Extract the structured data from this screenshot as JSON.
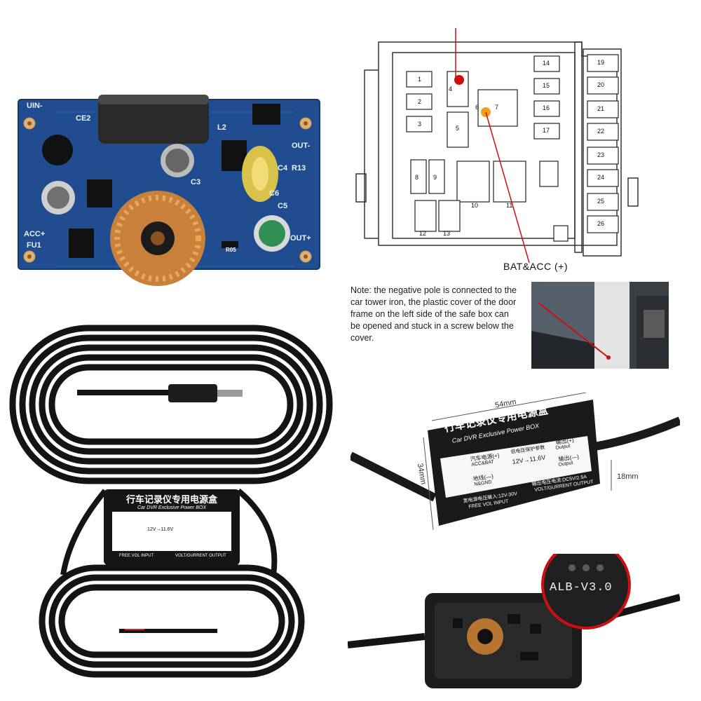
{
  "pcb": {
    "labels": {
      "uin_minus": "UIN-",
      "ce2": "CE2",
      "l2": "L2",
      "out_minus": "OUT-",
      "c3": "C3",
      "c4": "C4",
      "r13": "R13",
      "c6": "C6",
      "c5": "C5",
      "acc_plus": "ACC+",
      "fu1": "FU1",
      "out_plus": "OUT+",
      "r05": "R05"
    }
  },
  "fusebox": {
    "fuses_left": [
      "1",
      "2",
      "3"
    ],
    "fuses_mid": [
      "4",
      "5",
      "6",
      "7"
    ],
    "fuses_col14": [
      "14",
      "15",
      "16",
      "17"
    ],
    "fuses_right": [
      "19",
      "20",
      "21",
      "22",
      "23",
      "24",
      "25",
      "26"
    ],
    "fuses_bottom": [
      "8",
      "9",
      "10",
      "11",
      "12",
      "13"
    ],
    "callout": "BAT&ACC (+)"
  },
  "note": {
    "text": "Note: the negative pole is connected to the car tower iron, the plastic cover of the door frame on the left side of the safe box can be opened and stuck in a screw below the cover."
  },
  "powerbox": {
    "title_cn": "行车记录仪专用电源盒",
    "title_en": "Car DVR Exclusive Power BOX",
    "input_pos_cn": "汽车电源(+)",
    "input_pos_en": "ACC&BAT",
    "input_neg_cn": "地线(—)",
    "input_neg_en": "N&GND",
    "protect_cn": "低电压保护参数",
    "voltage_range": "12V→11.6V",
    "output_pos_cn": "输出(+)",
    "output_pos_en": "Output",
    "output_neg_cn": "输出(—)",
    "output_neg_en": "Output",
    "input_range_cn": "宽电源电压输入:12V-30V",
    "input_range_en": "FREE VOL INPUT",
    "output_spec_cn": "输出电压电流:DC5V/2.5A",
    "output_spec_en": "VOLT/GURRENT OUTPUT"
  },
  "dimensions": {
    "width": "54mm",
    "height": "34mm",
    "depth": "18mm"
  },
  "board_version": "ALB-V3.0",
  "colors": {
    "pcb_blue": "#1f4d8f",
    "cable_black": "#141414",
    "callout_red": "#cc1010",
    "marker_orange": "#f0a020"
  }
}
